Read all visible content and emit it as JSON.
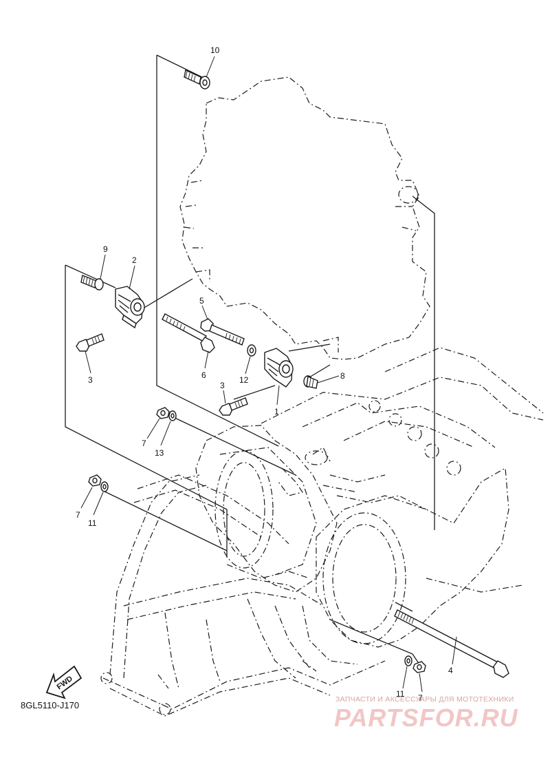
{
  "callouts": [
    {
      "id": "c10",
      "text": "10"
    },
    {
      "id": "c9",
      "text": "9"
    },
    {
      "id": "c2",
      "text": "2"
    },
    {
      "id": "c5",
      "text": "5"
    },
    {
      "id": "c3a",
      "text": "3"
    },
    {
      "id": "c6",
      "text": "6"
    },
    {
      "id": "c12",
      "text": "12"
    },
    {
      "id": "c8",
      "text": "8"
    },
    {
      "id": "c3b",
      "text": "3"
    },
    {
      "id": "c1",
      "text": "1"
    },
    {
      "id": "c7a",
      "text": "7"
    },
    {
      "id": "c13",
      "text": "13"
    },
    {
      "id": "c7b",
      "text": "7"
    },
    {
      "id": "c11a",
      "text": "11"
    },
    {
      "id": "c4",
      "text": "4"
    },
    {
      "id": "c11b",
      "text": "11"
    },
    {
      "id": "c7c",
      "text": "7"
    }
  ],
  "fwd_label": "FWD",
  "diagram_code": "8GL5110-J170",
  "watermark": {
    "tagline": "ЗАПЧАСТИ И АКСЕССУАРЫ ДЛЯ МОТОТЕХНИКИ",
    "brand": "PARTSFOR.RU"
  }
}
